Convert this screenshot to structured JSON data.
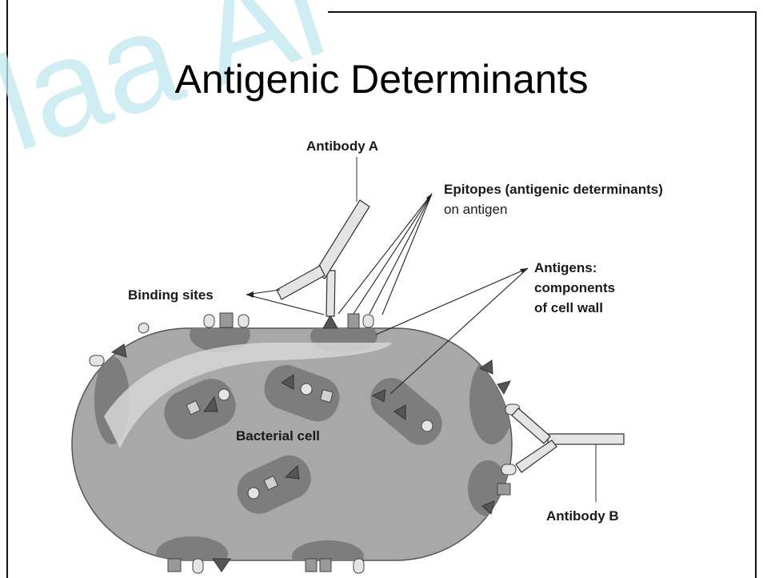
{
  "slide": {
    "title": "Antigenic Determinants",
    "watermark_text": "laa Al"
  },
  "diagram": {
    "labels": {
      "antibody_a": "Antibody A",
      "epitopes_line1": "Epitopes (antigenic determinants)",
      "epitopes_line2": "on antigen",
      "antigens_line1": "Antigens:",
      "antigens_line2": "components",
      "antigens_line3": "of cell wall",
      "binding_sites": "Binding sites",
      "bacterial_cell": "Bacterial cell",
      "antibody_b": "Antibody B"
    },
    "colors": {
      "cell_fill": "#a8a8a8",
      "cell_shade": "#7d7d7d",
      "highlight": "#d6d6d6",
      "marker": "#555555",
      "watermark": "#bfe8ef"
    }
  }
}
